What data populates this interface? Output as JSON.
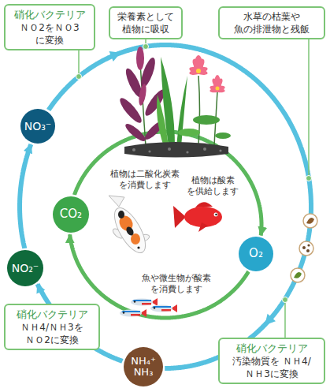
{
  "diagram": {
    "nodes": [
      {
        "text": [
          "硝化バクテリア",
          "ＮＯ2をＮＯ3 に変換"
        ]
      },
      {
        "text": [
          "栄養素として 植物に吸収"
        ]
      },
      {
        "text": [
          "水草の枯葉や 魚の排泄物と残飯"
        ]
      },
      {
        "text": [
          "NO₃⁻"
        ]
      },
      {
        "text": [
          "CO₂"
        ]
      },
      {
        "text": [
          "O₂"
        ]
      },
      {
        "text": [
          "NO₂⁻"
        ]
      },
      {
        "text": [
          "硝化バクテリア",
          "ＮＨ4/ＮＨ3を ＮＯ2に変換"
        ]
      },
      {
        "text": [
          "NH₄⁺ NH₃"
        ]
      },
      {
        "text": [
          "硝化バクテリア",
          "汚染物質を ＮＨ4/ＮＨ3に変換"
        ]
      }
    ],
    "edges": [
      {
        "from": 8,
        "to": 6,
        "arrow": "to"
      },
      {
        "from": 6,
        "to": 3,
        "arrow": "to"
      },
      {
        "from": 4,
        "to": 5,
        "arrow": "to"
      },
      {
        "from": 5,
        "to": 4,
        "arrow": "to"
      }
    ],
    "labels": [
      "植物は二酸化炭素 を消費します",
      "植物は酸素 を供給します",
      "魚や微生物が酸素 を消費します"
    ]
  }
}
